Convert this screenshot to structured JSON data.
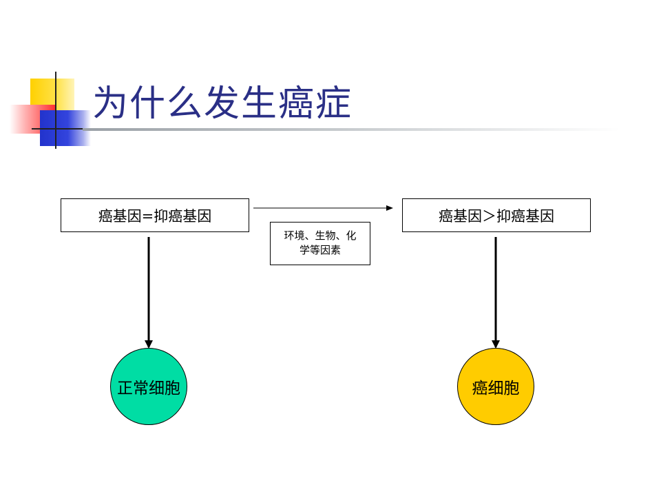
{
  "slide": {
    "title": "为什么发生癌症"
  },
  "diagram": {
    "left_state": "癌基因=抑癌基因",
    "right_state": "癌基因＞抑癌基因",
    "factor_line1": "环境、生物、化",
    "factor_line2": "学等因素",
    "normal_cell": "正常细胞",
    "cancer_cell": "癌细胞"
  },
  "colors": {
    "title": "#2a2f86",
    "normal_cell_fill": "#00dda4",
    "cancer_cell_fill": "#ffcc00"
  }
}
